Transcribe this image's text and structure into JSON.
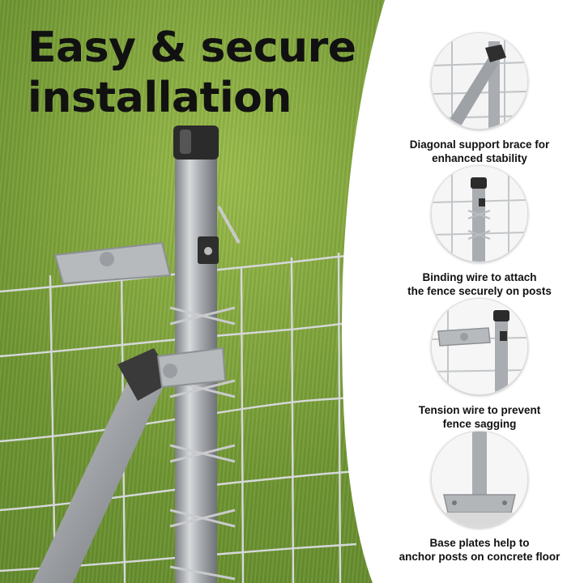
{
  "headline": {
    "line1": "Easy & secure",
    "line2": "installation"
  },
  "features": [
    {
      "icon": "diagonal-brace-icon",
      "line1": "Diagonal support brace for",
      "line2": "enhanced stability"
    },
    {
      "icon": "binding-wire-icon",
      "line1": "Binding wire to attach",
      "line2": "the fence securely on posts"
    },
    {
      "icon": "tension-wire-icon",
      "line1": "Tension wire to prevent",
      "line2": "fence sagging"
    },
    {
      "icon": "base-plate-icon",
      "line1": "Base plates help to",
      "line2": "anchor posts on concrete floor"
    }
  ],
  "colors": {
    "grass": "#7ea23a",
    "post": "#a9acb0",
    "cap": "#2b2b2b",
    "wire": "#d6d8da",
    "text": "#111111",
    "panel": "#ffffff"
  }
}
